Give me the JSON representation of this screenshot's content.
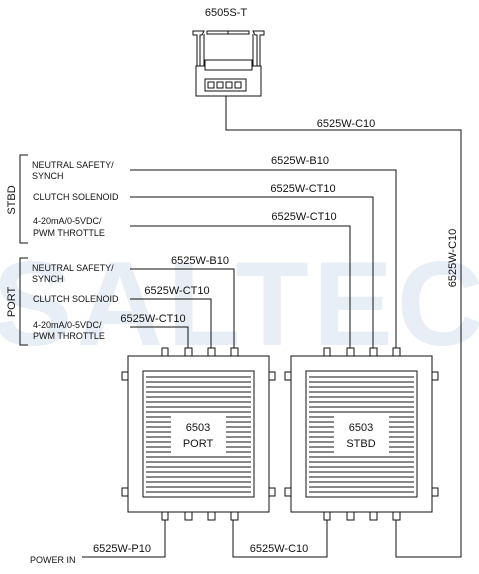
{
  "watermark": "SALTEC",
  "devices": {
    "top_unit": {
      "label": "6505S-T"
    },
    "port_unit": {
      "line1": "6503",
      "line2": "PORT"
    },
    "stbd_unit": {
      "line1": "6503",
      "line2": "STBD"
    }
  },
  "groups": {
    "stbd": {
      "label": "STBD",
      "inputs": [
        "NEUTRAL SAFETY/",
        "SYNCH",
        "CLUTCH SOLENOID",
        "4-20mA/0-5VDC/",
        "PWM THROTTLE"
      ]
    },
    "port": {
      "label": "PORT",
      "inputs": [
        "NEUTRAL SAFETY/",
        "SYNCH",
        "CLUTCH SOLENOID",
        "4-20mA/0-5VDC/",
        "PWM THROTTLE"
      ]
    }
  },
  "cables": {
    "top_link": "6525W-C10",
    "vertical_link": "6525W-C10",
    "stbd_neutral": "6525W-B10",
    "stbd_clutch": "6525W-CT10",
    "stbd_throttle": "6525W-CT10",
    "port_neutral": "6525W-B10",
    "port_clutch": "6525W-CT10",
    "port_throttle": "6525W-CT10",
    "power": "6525W-P10",
    "bottom_link": "6525W-C10"
  },
  "power_label": "POWER IN",
  "colors": {
    "line": "#111111",
    "watermark": "#e8eef5"
  }
}
